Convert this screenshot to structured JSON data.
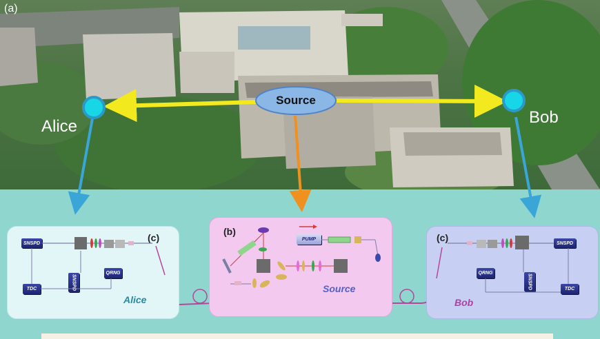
{
  "figure_label": "(a)",
  "nodes": {
    "alice": "Alice",
    "source": "Source",
    "bob": "Bob"
  },
  "panels": {
    "alice": {
      "tag": "(c)",
      "name": "Alice",
      "devices": {
        "snspd_top": "SNSPD",
        "tdc": "TDC",
        "snspd_mid": "SNSPD",
        "qrng": "QRNG"
      }
    },
    "source": {
      "tag": "(b)",
      "name": "Source",
      "devices": {
        "pump": "PUMP"
      }
    },
    "bob": {
      "tag": "(c)",
      "name": "Bob",
      "devices": {
        "snspd_top": "SNSPD",
        "qrng": "QRNG",
        "snspd_mid": "SNSPD",
        "tdc": "TDC"
      }
    }
  },
  "colors": {
    "link_arrow": "#f2ea1e",
    "source_arrow": "#f0901e",
    "drop_arrow": "#3aa6d8",
    "node": "#17d6e6",
    "fiber": "#b4469c"
  }
}
